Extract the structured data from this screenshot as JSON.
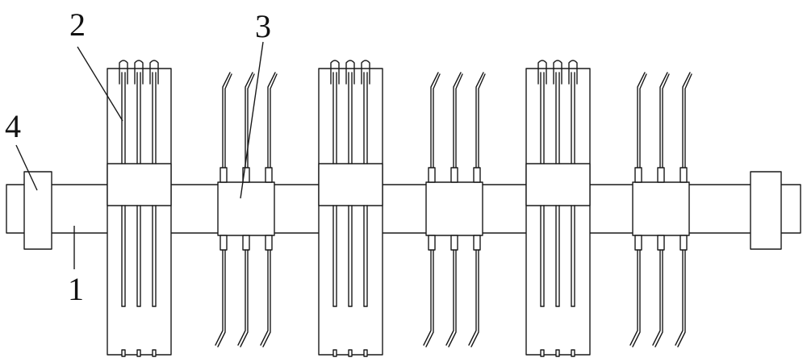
{
  "labels": {
    "shaft": "1",
    "disc_frame": "2",
    "hub": "3",
    "bearing": "4"
  },
  "colors": {
    "stroke": "#1a1a1a",
    "background": "#ffffff"
  }
}
